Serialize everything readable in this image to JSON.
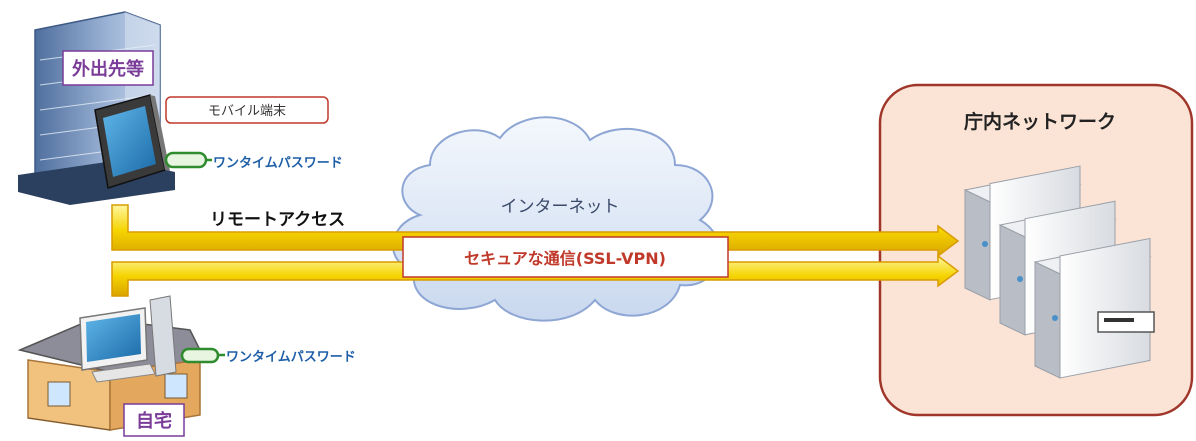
{
  "labels": {
    "outside_location": "外出先等",
    "mobile_device": "モバイル端末",
    "otp_top": "ワンタイムパスワード",
    "remote_access": "リモートアクセス",
    "internet": "インターネット",
    "secure_comm": "セキュアな通信(SSL-VPN)",
    "otp_bottom": "ワンタイムパスワード",
    "home": "自宅",
    "office_network": "庁内ネットワーク"
  },
  "colors": {
    "arrow_yellow": "#f5d400",
    "arrow_orange": "#d99b00",
    "cloud_fill": "#dbe6f6",
    "cloud_stroke": "#8ea6d4",
    "network_fill": "#fbe3d6",
    "network_stroke": "#a0362a",
    "label_red": "#c0392b",
    "label_purple": "#7a3c98",
    "otp_blue": "#1f5fa8",
    "key_green": "#2e8b2e"
  },
  "icons": [
    "office-building-icon",
    "mobile-tablet-icon",
    "house-icon",
    "desktop-pc-icon",
    "server-icon",
    "key-icon"
  ]
}
